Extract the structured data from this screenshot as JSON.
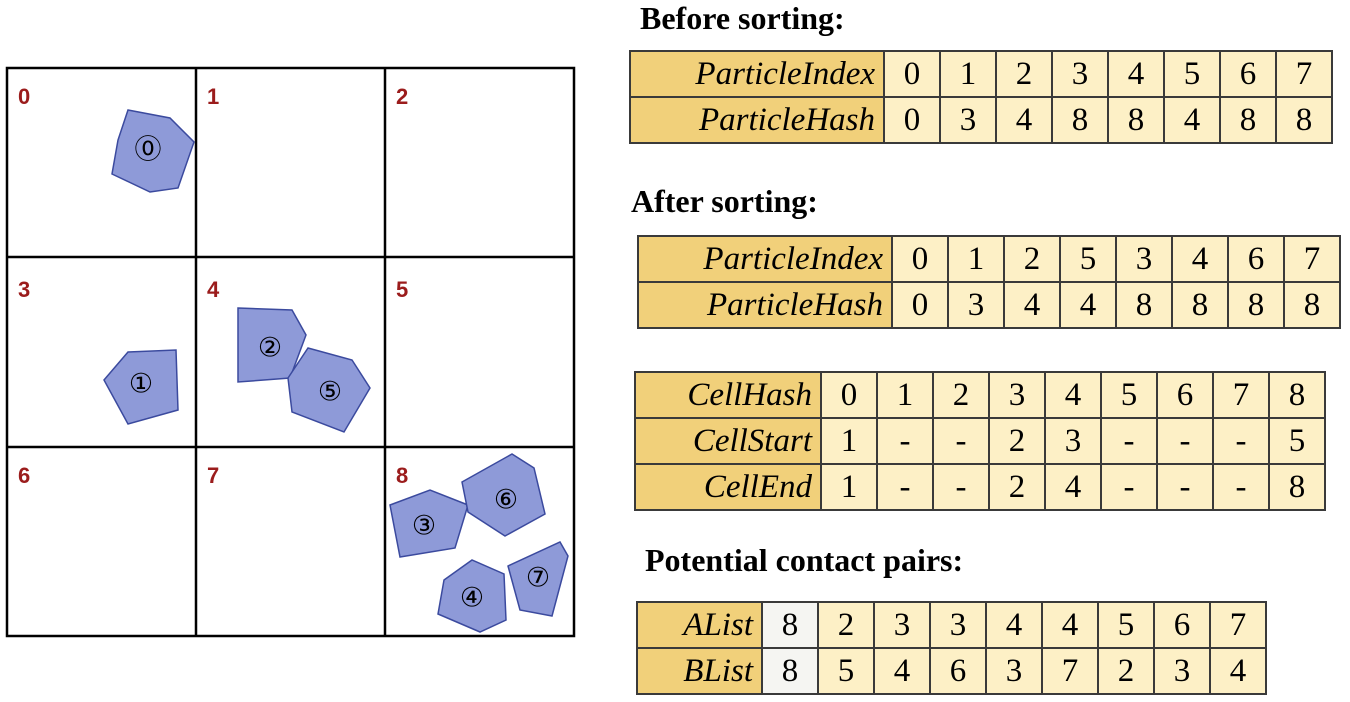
{
  "grid": {
    "cell_labels": [
      "0",
      "1",
      "2",
      "3",
      "4",
      "5",
      "6",
      "7",
      "8"
    ],
    "particles": [
      "⓪",
      "①",
      "②",
      "③",
      "④",
      "⑤",
      "⑥",
      "⑦"
    ],
    "colors": {
      "particle_fill": "#8e9ad8",
      "particle_stroke": "#3b4a9e",
      "cell_label": "#9b1c1c"
    }
  },
  "before": {
    "title": "Before sorting:",
    "rows": [
      {
        "label": "ParticleIndex",
        "values": [
          "0",
          "1",
          "2",
          "3",
          "4",
          "5",
          "6",
          "7"
        ]
      },
      {
        "label": "ParticleHash",
        "values": [
          "0",
          "3",
          "4",
          "8",
          "8",
          "4",
          "8",
          "8"
        ]
      }
    ]
  },
  "after": {
    "title": "After sorting:",
    "rows": [
      {
        "label": "ParticleIndex",
        "values": [
          "0",
          "1",
          "2",
          "5",
          "3",
          "4",
          "6",
          "7"
        ]
      },
      {
        "label": "ParticleHash",
        "values": [
          "0",
          "3",
          "4",
          "4",
          "8",
          "8",
          "8",
          "8"
        ]
      }
    ]
  },
  "cells": {
    "rows": [
      {
        "label": "CellHash",
        "values": [
          "0",
          "1",
          "2",
          "3",
          "4",
          "5",
          "6",
          "7",
          "8"
        ]
      },
      {
        "label": "CellStart",
        "values": [
          "1",
          "-",
          "-",
          "2",
          "3",
          "-",
          "-",
          "-",
          "5"
        ]
      },
      {
        "label": "CellEnd",
        "values": [
          "1",
          "-",
          "-",
          "2",
          "4",
          "-",
          "-",
          "-",
          "8"
        ]
      }
    ]
  },
  "pairs": {
    "title": "Potential contact pairs:",
    "rows": [
      {
        "label": "AList",
        "values": [
          "8",
          "2",
          "3",
          "3",
          "4",
          "4",
          "5",
          "6",
          "7"
        ]
      },
      {
        "label": "BList",
        "values": [
          "8",
          "5",
          "4",
          "6",
          "3",
          "7",
          "2",
          "3",
          "4"
        ]
      }
    ]
  },
  "colors": {
    "header_fill": "#f1d07a",
    "cell_fill": "#fdf0c6",
    "count_fill": "#f5f5f2"
  }
}
